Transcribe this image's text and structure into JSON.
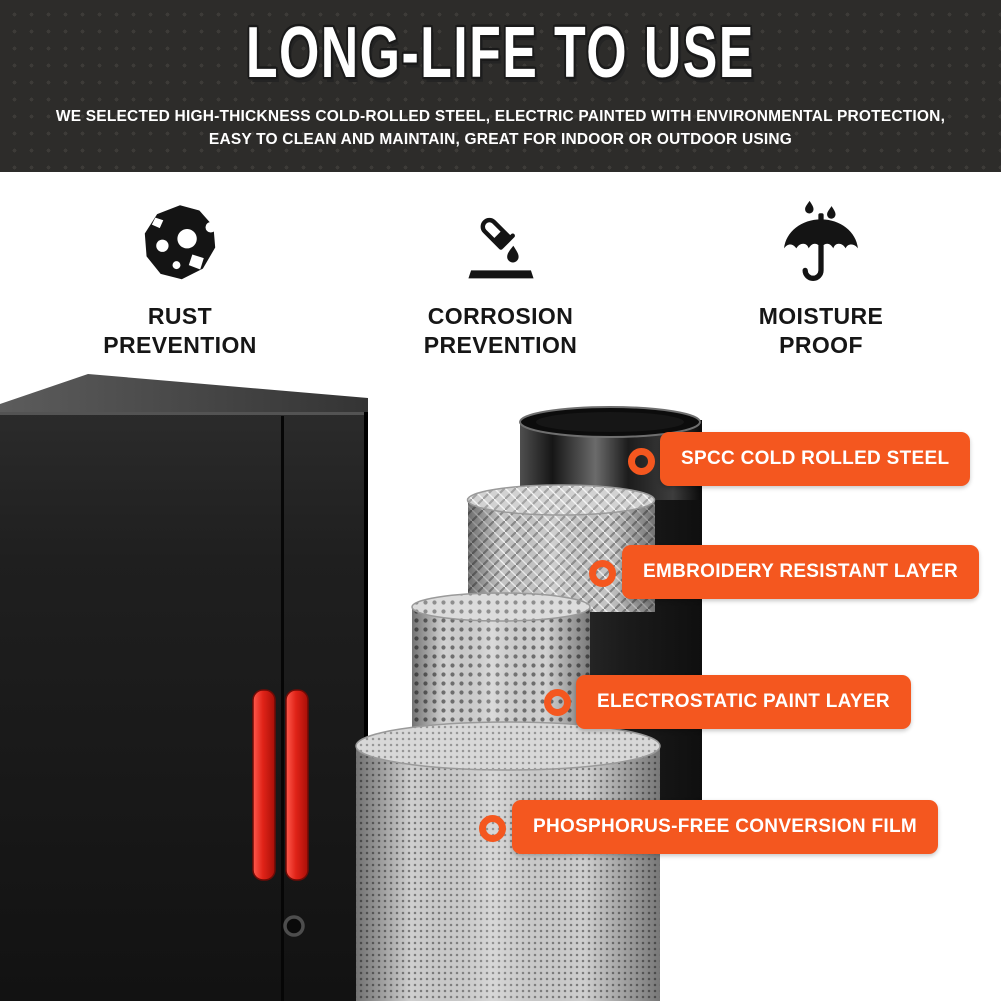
{
  "header": {
    "title": "LONG-LIFE TO USE",
    "subtitle": "WE SELECTED HIGH-THICKNESS COLD-ROLLED STEEL, ELECTRIC PAINTED WITH ENVIRONMENTAL PROTECTION, EASY TO CLEAN AND MAINTAIN, GREAT FOR INDOOR OR OUTDOOR USING"
  },
  "features": [
    {
      "icon": "rust-gear-icon",
      "line1": "RUST",
      "line2": "PREVENTION"
    },
    {
      "icon": "corrosion-drop-icon",
      "line1": "CORROSION",
      "line2": "PREVENTION"
    },
    {
      "icon": "umbrella-rain-icon",
      "line1": "MOISTURE",
      "line2": "PROOF"
    }
  ],
  "layer_callouts": [
    {
      "label": "SPCC COLD ROLLED STEEL"
    },
    {
      "label": "EMBROIDERY RESISTANT LAYER"
    },
    {
      "label": "ELECTROSTATIC PAINT LAYER"
    },
    {
      "label": "PHOSPHORUS-FREE CONVERSION FILM"
    }
  ],
  "colors": {
    "accent_orange": "#F4571F",
    "handle_red": "#E02318",
    "header_background": "#2D2C2A"
  }
}
